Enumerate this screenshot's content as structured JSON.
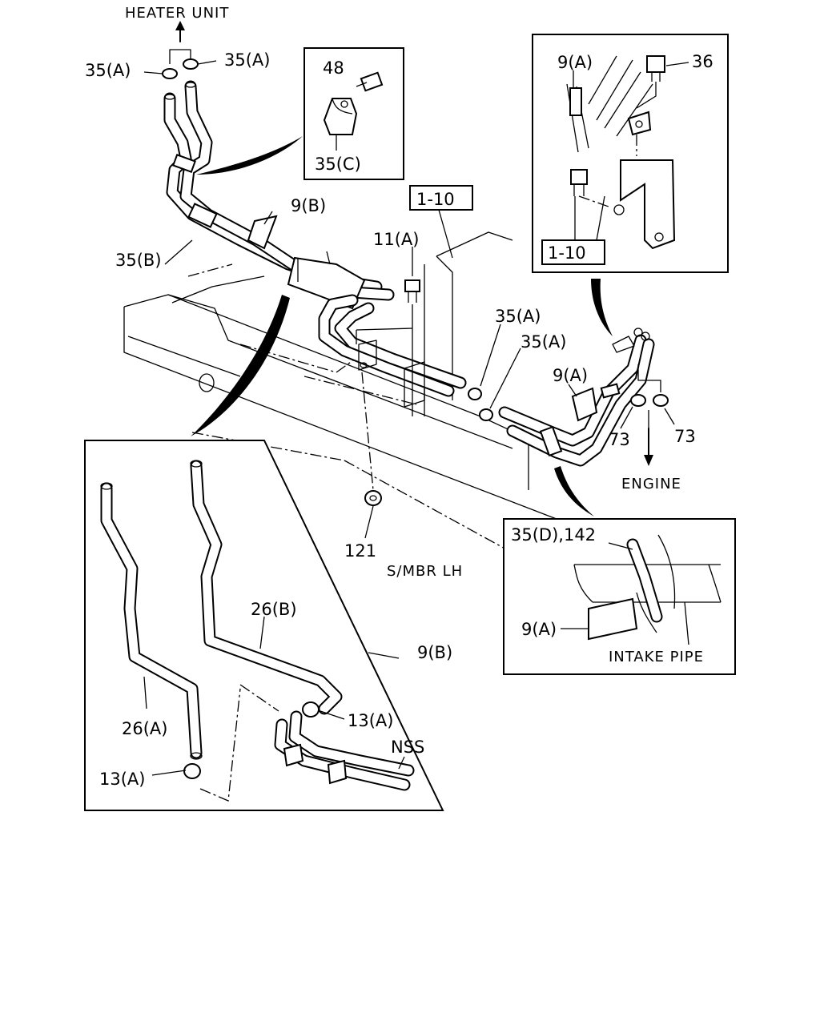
{
  "labels": {
    "heater_unit": "HEATER UNIT",
    "p35a_top_left": "35(A)",
    "p35a_top_right": "35(A)",
    "p48": "48",
    "p35c": "35(C)",
    "p9b_top": "9(B)",
    "p35b": "35(B)",
    "ref_1_10_center": "1-10",
    "p11a": "11(A)",
    "p35a_mid_1": "35(A)",
    "p35a_mid_2": "35(A)",
    "p9a_mid": "9(A)",
    "p73_left": "73",
    "p73_right": "73",
    "engine": "ENGINE",
    "p121": "121",
    "s_mbr_lh": "S/MBR LH",
    "p9a_inset_top": "9(A)",
    "p36": "36",
    "ref_1_10_inset": "1-10",
    "p35d_142": "35(D),142",
    "p9a_inset_right": "9(A)",
    "intake_pipe": "INTAKE PIPE",
    "p26b": "26(B)",
    "p9b_inset": "9(B)",
    "p26a": "26(A)",
    "p13a_right": "13(A)",
    "p13a_left": "13(A)",
    "nss": "NSS"
  }
}
